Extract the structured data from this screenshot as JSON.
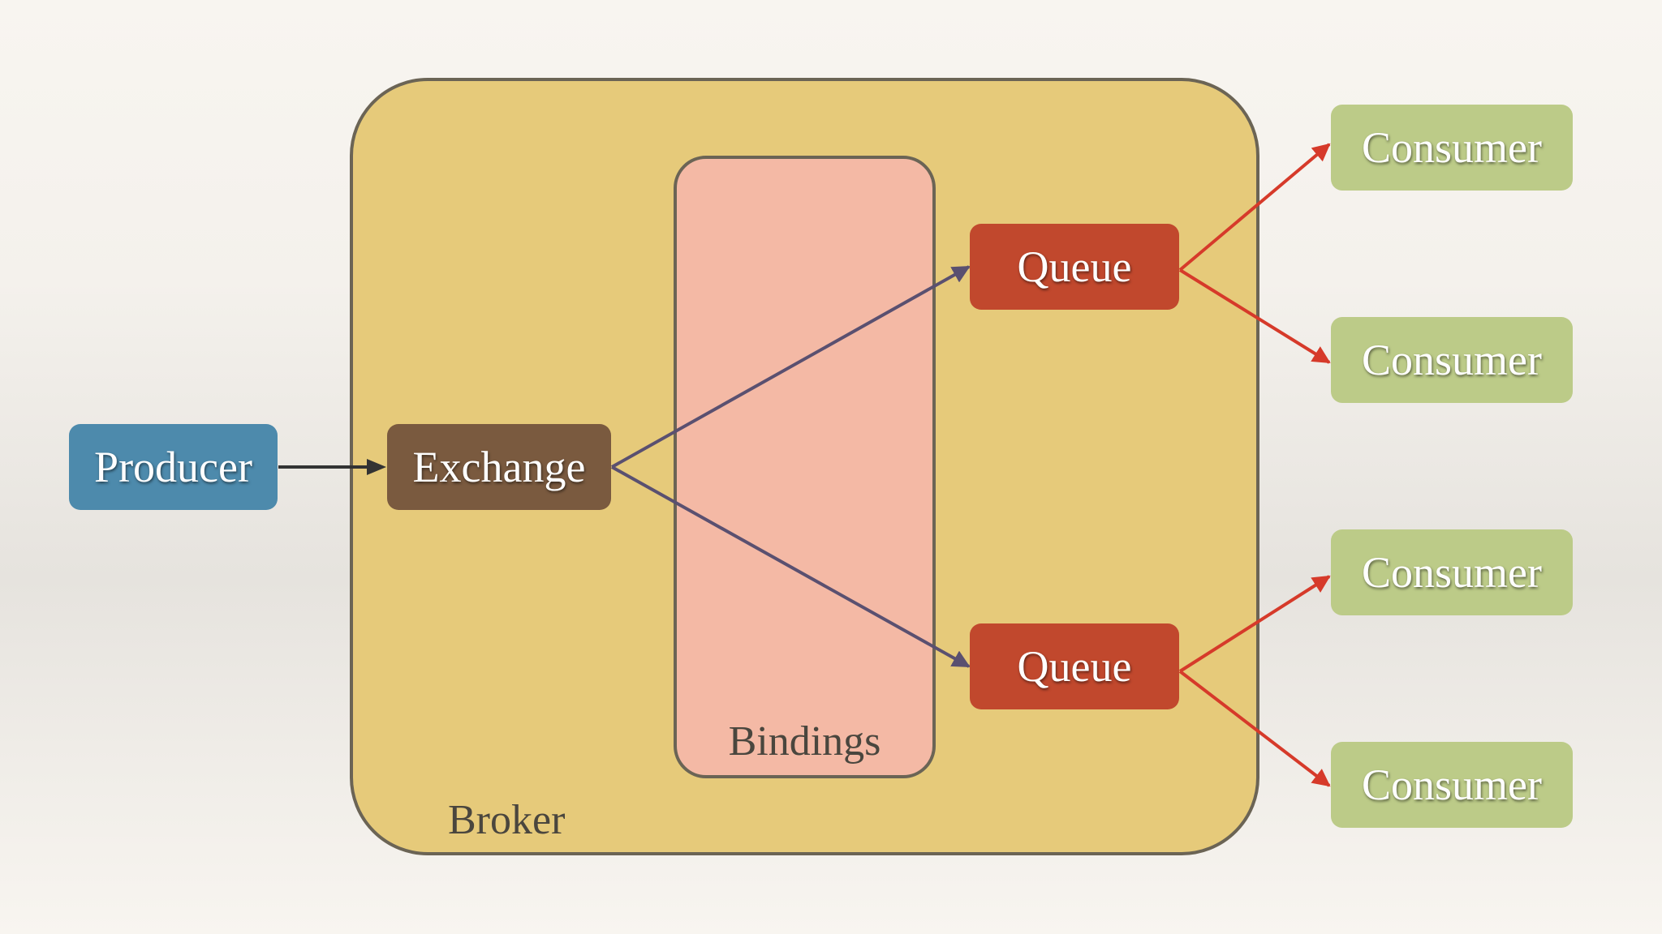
{
  "broker": {
    "label": "Broker"
  },
  "bindings": {
    "label": "Bindings"
  },
  "producer": {
    "label": "Producer"
  },
  "exchange": {
    "label": "Exchange"
  },
  "queues": [
    {
      "label": "Queue"
    },
    {
      "label": "Queue"
    }
  ],
  "consumers": [
    {
      "label": "Consumer"
    },
    {
      "label": "Consumer"
    },
    {
      "label": "Consumer"
    },
    {
      "label": "Consumer"
    }
  ],
  "colors": {
    "background": "#f4f1ec",
    "broker": "#e6ca7a",
    "bindings": "#f4b9a5",
    "producer": "#4d8aac",
    "exchange": "#7a5a3f",
    "queue": "#c1482d",
    "consumer": "#bccb88",
    "binding_arrow": "#5a5070",
    "consumer_arrow": "#d63a2a",
    "producer_arrow": "#333333"
  }
}
